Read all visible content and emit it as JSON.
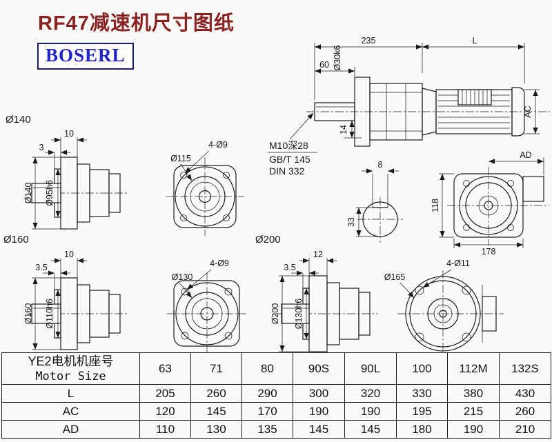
{
  "page": {
    "title": "RF47减速机尺寸图纸",
    "logo": "BOSERL",
    "title_color": "#8b2222",
    "logo_color": "#2222cc",
    "line_color": "#1a1a1a"
  },
  "main_view": {
    "dim_235": "235",
    "dim_l": "L",
    "dim_60": "60",
    "dim_shaft_dia": "Ø30k6",
    "dim_14": "14",
    "dim_ac": "AC",
    "note_line1": "M10深28",
    "note_line2": "GB/T 145",
    "note_line3": "DIN 332"
  },
  "key_section": {
    "dim_width": "8",
    "dim_height": "33"
  },
  "rear_view": {
    "dim_ad": "AD",
    "dim_118": "118",
    "dim_178": "178"
  },
  "flange_140": {
    "label": "Ø140",
    "dim_10": "10",
    "dim_3": "3",
    "dim_od": "Ø140",
    "dim_spigot": "Ø95h6"
  },
  "flange_115": {
    "dim_holes": "4-Ø9",
    "dim_dia": "Ø115"
  },
  "flange_160": {
    "label": "Ø160",
    "dim_10": "10",
    "dim_3_5": "3.5",
    "dim_od": "Ø160",
    "dim_spigot": "Ø110h6"
  },
  "flange_130": {
    "dim_holes": "4-Ø9",
    "dim_dia": "Ø130"
  },
  "flange_200": {
    "label": "Ø200",
    "dim_12": "12",
    "dim_3_5": "3.5",
    "dim_od": "Ø200",
    "dim_spigot": "Ø130h6"
  },
  "flange_165": {
    "dim_holes": "4-Ø11",
    "dim_dia": "Ø165"
  },
  "table": {
    "header": {
      "label_cn": "YE2电机机座号",
      "label_en": "Motor Size",
      "sizes": [
        "63",
        "71",
        "80",
        "90S",
        "90L",
        "100",
        "112M",
        "132S"
      ]
    },
    "rows": [
      {
        "label": "L",
        "values": [
          "205",
          "260",
          "290",
          "300",
          "320",
          "330",
          "380",
          "430"
        ]
      },
      {
        "label": "AC",
        "values": [
          "120",
          "145",
          "170",
          "190",
          "190",
          "195",
          "215",
          "260"
        ]
      },
      {
        "label": "AD",
        "values": [
          "110",
          "130",
          "135",
          "145",
          "145",
          "180",
          "190",
          "210"
        ]
      }
    ]
  }
}
